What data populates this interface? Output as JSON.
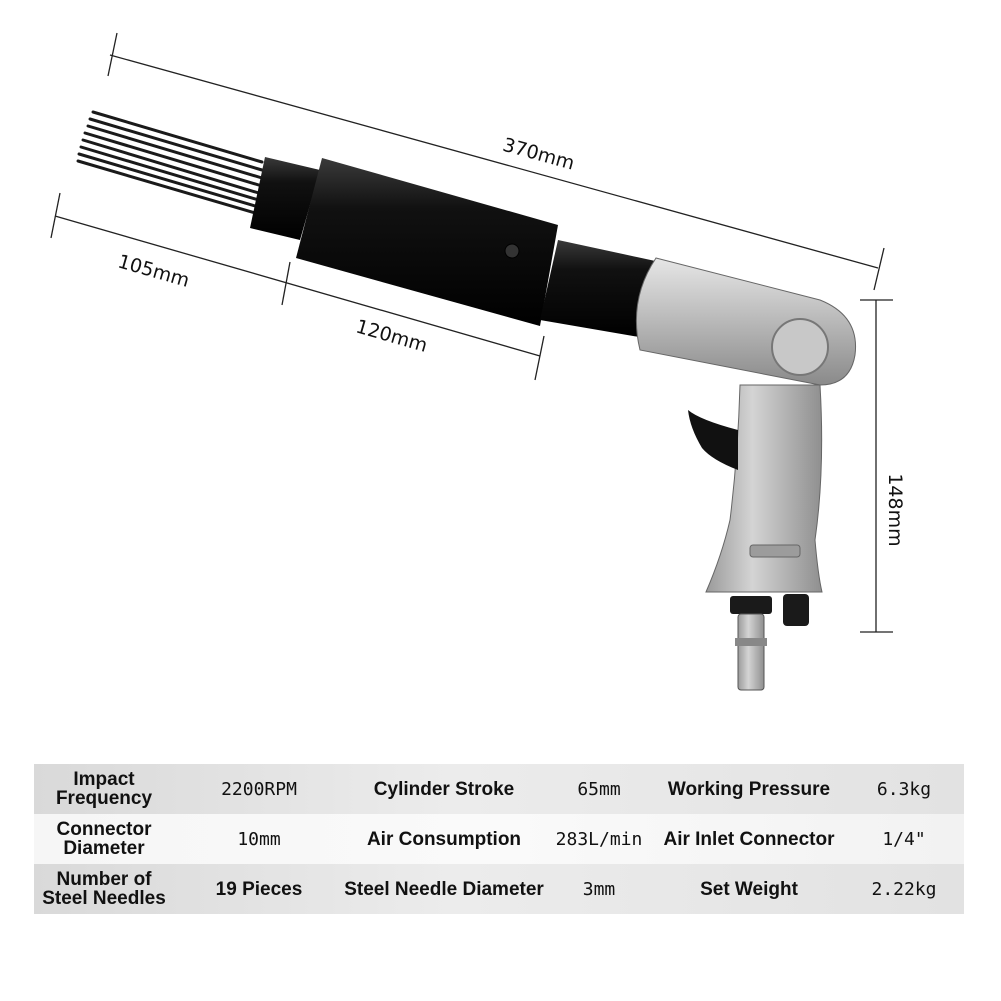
{
  "dimensions": {
    "overall_length": "370mm",
    "front_length": "105mm",
    "barrel_length": "120mm",
    "height": "148mm"
  },
  "specs": [
    [
      {
        "label": "Impact Frequency",
        "value": "2200RPM"
      },
      {
        "label": "Cylinder Stroke",
        "value": "65mm"
      },
      {
        "label": "Working Pressure",
        "value": "6.3kg"
      }
    ],
    [
      {
        "label": "Connector Diameter",
        "value": "10mm"
      },
      {
        "label": "Air Consumption",
        "value": "283L/min"
      },
      {
        "label": "Air Inlet Connector",
        "value": "1/4\""
      }
    ],
    [
      {
        "label": "Number of Steel Needles",
        "value": "19 Pieces"
      },
      {
        "label": "Steel Needle Diameter",
        "value": "3mm"
      },
      {
        "label": "Set Weight",
        "value": "2.22kg"
      }
    ]
  ],
  "colors": {
    "body_silver": "#b5b5b5",
    "barrel_black": "#0d0d0d",
    "table_shade": "#dcdcdc"
  }
}
